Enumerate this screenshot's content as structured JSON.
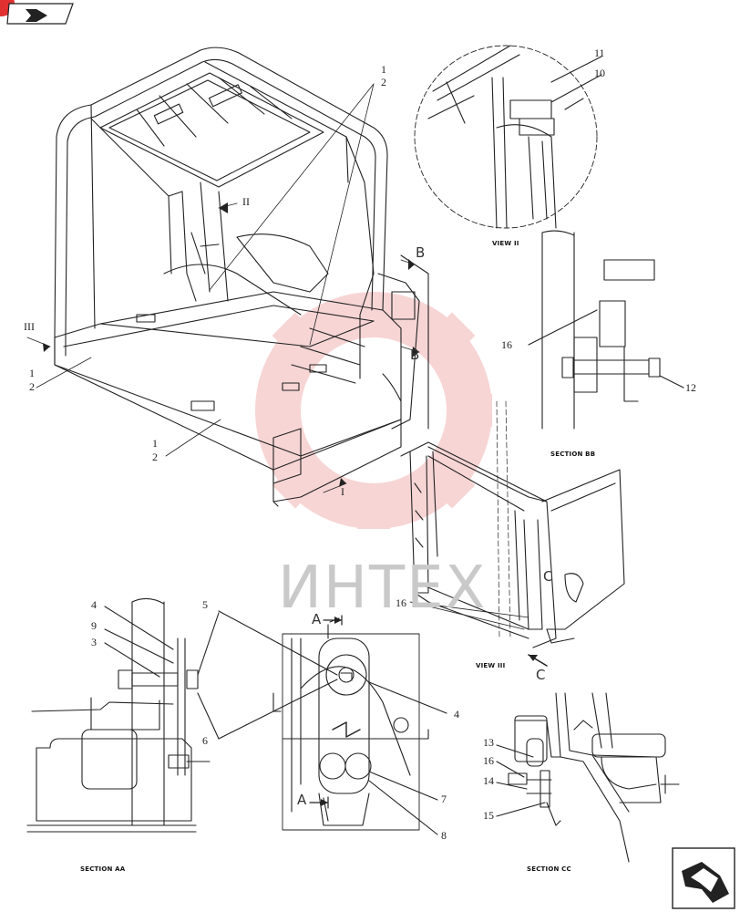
{
  "watermark": {
    "text": "ИНТЕХ",
    "color": "#f1b3b3"
  },
  "callouts": {
    "c1a": "1",
    "c2a": "2",
    "c1b": "1",
    "c2b": "2",
    "c1c": "1",
    "c2c": "2",
    "c3": "3",
    "c4a": "4",
    "c4b": "4",
    "c5": "5",
    "c6": "6",
    "c7": "7",
    "c8": "8",
    "c9": "9",
    "c10": "10",
    "c11": "11",
    "c12": "12",
    "c13": "13",
    "c14": "14",
    "c15": "15",
    "c16a": "16",
    "c16b": "16",
    "c16c": "16"
  },
  "markers": {
    "I": "I",
    "II": "II",
    "III": "III",
    "B1": "B",
    "B2": "B",
    "C1": "C",
    "C2": "C",
    "A1": "A",
    "A2": "A"
  },
  "captions": {
    "view_ii": "VIEW II",
    "view_iii": "VIEW III",
    "section_aa": "SECTION AA",
    "section_bb": "SECTION BB",
    "section_cc": "SECTION CC"
  },
  "nav": {
    "prev_icon": "prev-page-icon",
    "next_icon": "next-page-icon",
    "accent": "#e03030"
  }
}
